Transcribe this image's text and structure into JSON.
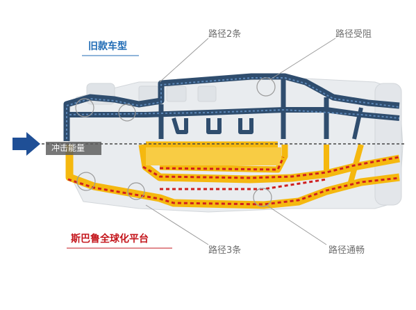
{
  "labels": {
    "old_model": "旧款车型",
    "new_platform": "斯巴鲁全球化平台",
    "path_2": "路径2条",
    "path_blocked": "路径受阻",
    "path_3": "路径3条",
    "path_smooth": "路径通畅",
    "impact_energy": "冲击能量"
  },
  "colors": {
    "old_frame": "#2f4d6e",
    "new_frame": "#f5b80f",
    "path_dots": "#cf1f1f",
    "arrow": "#1f4f96",
    "old_title": "#1f6bb5",
    "new_title": "#c4161c"
  }
}
